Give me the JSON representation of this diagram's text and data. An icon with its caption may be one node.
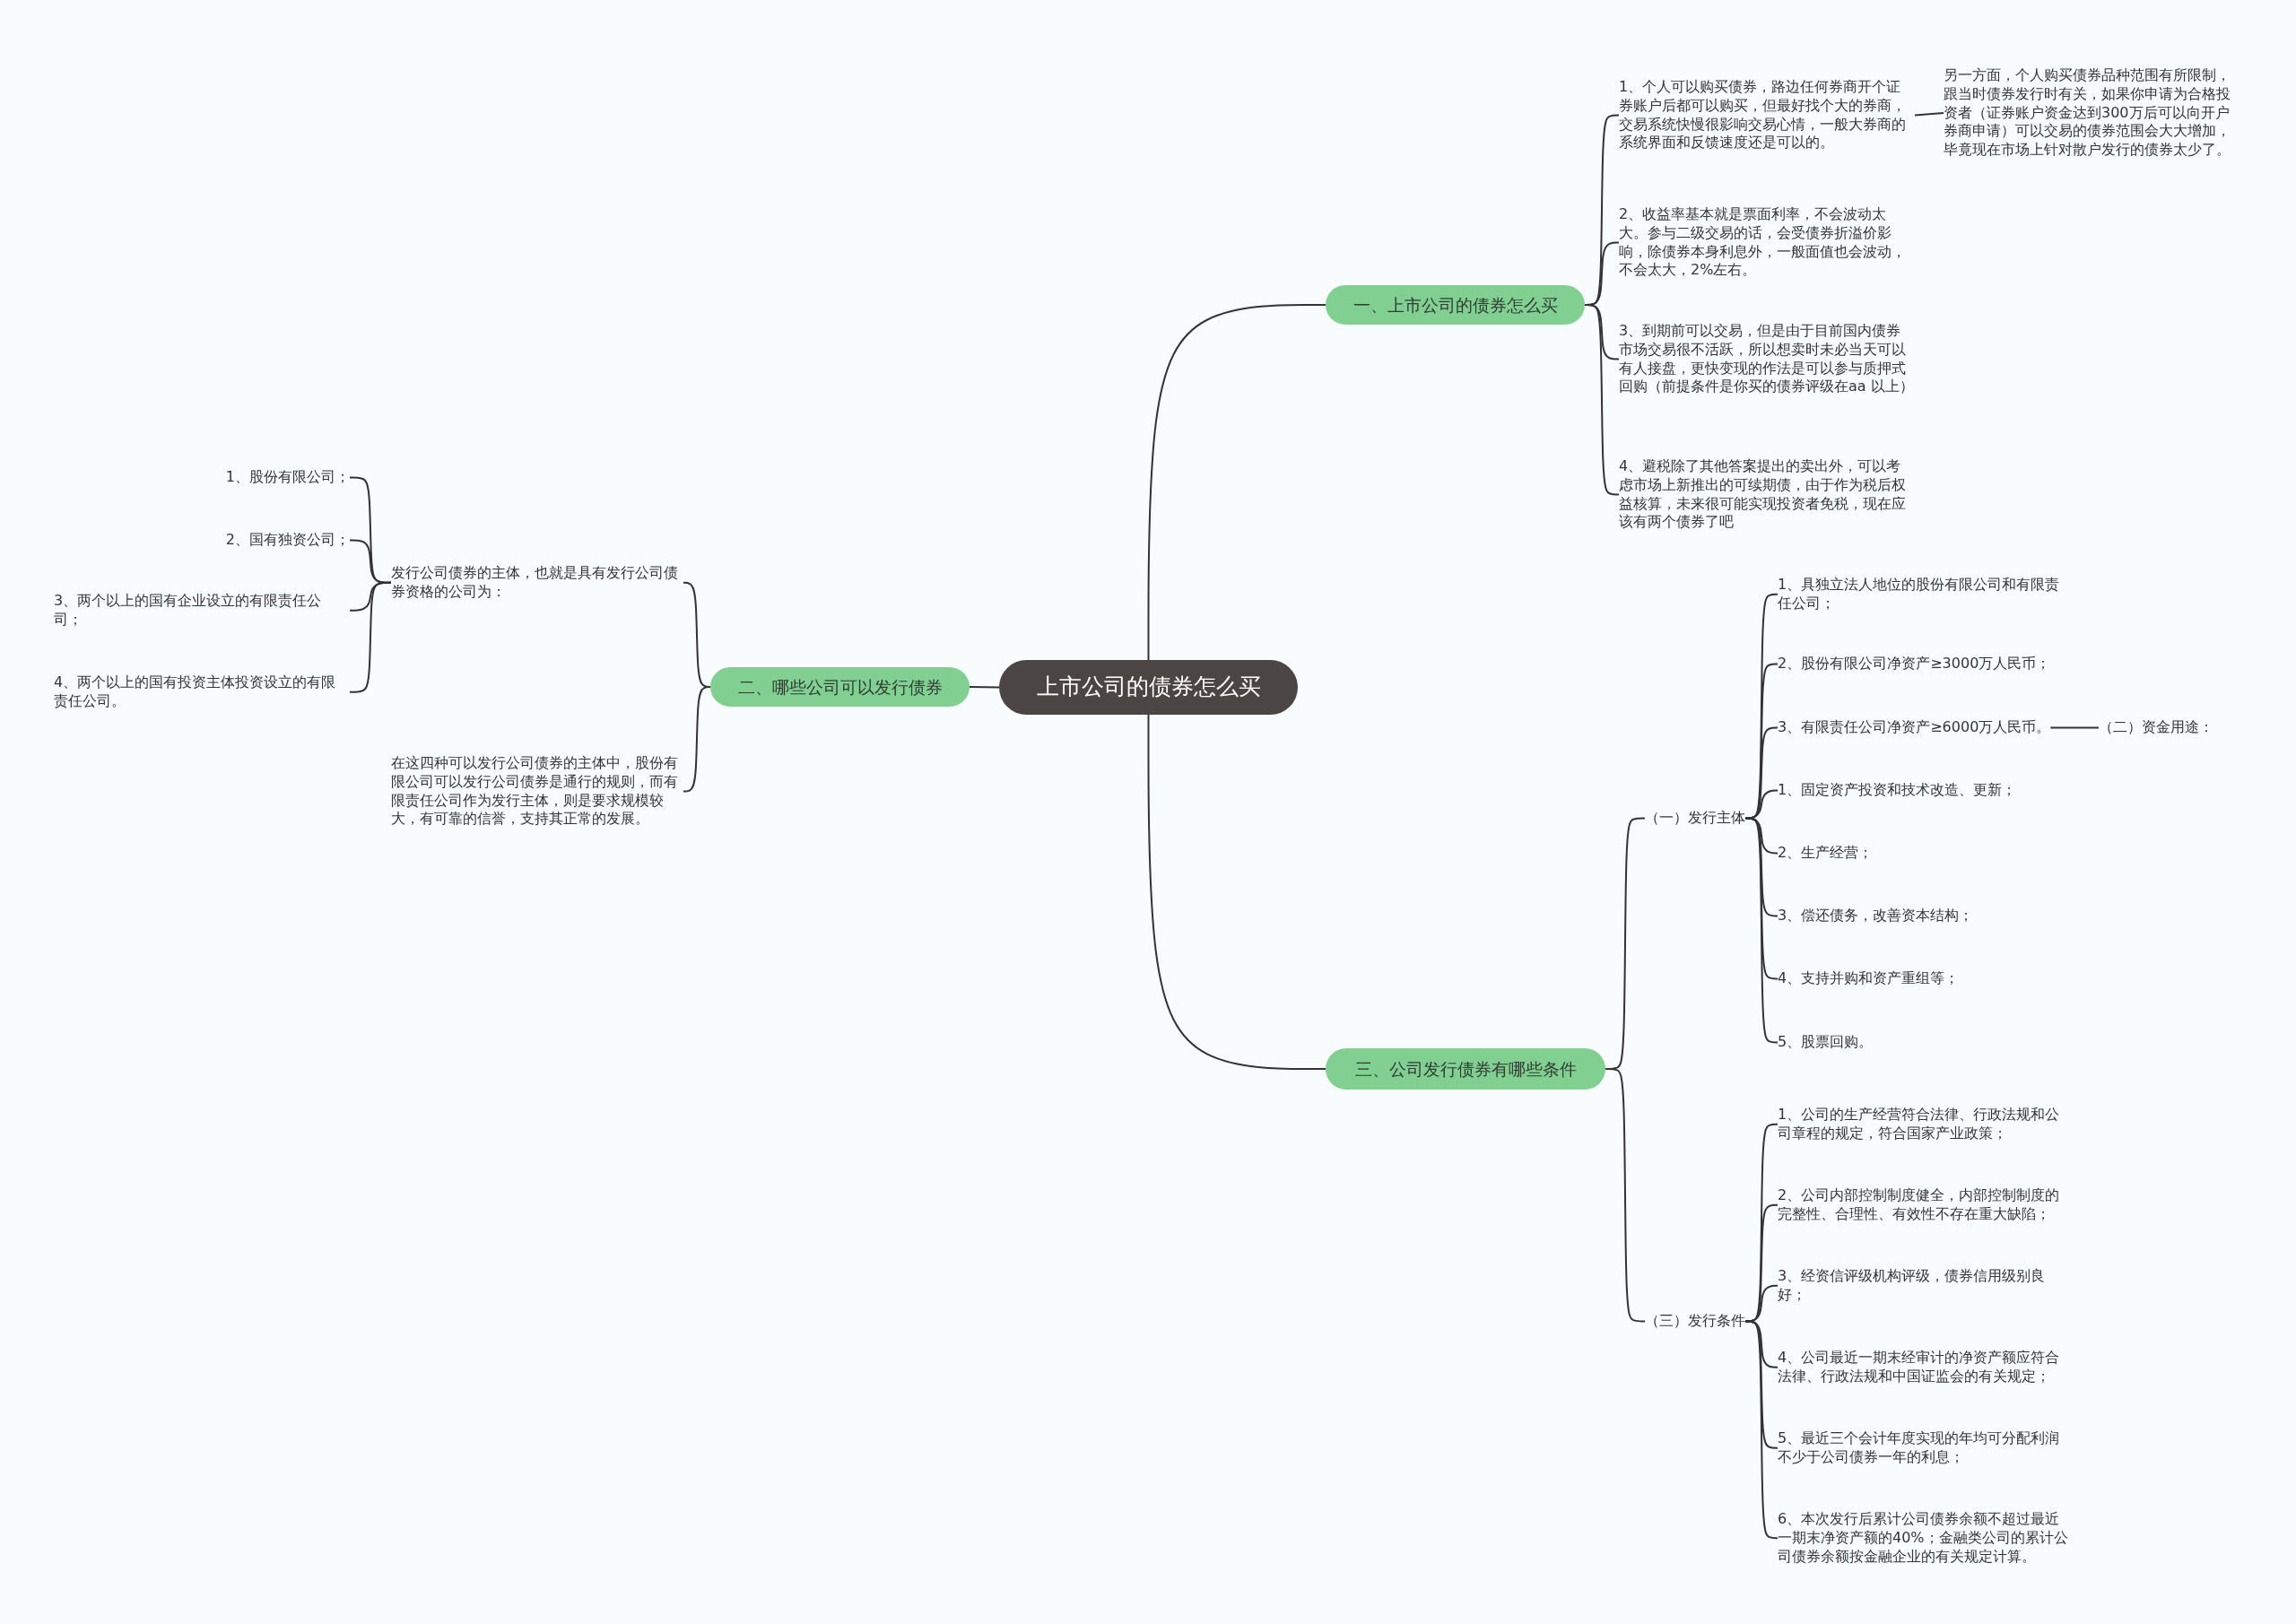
{
  "diagram": {
    "nodes": [
      {
        "text": [
          "上市公司的债券怎么买"
        ]
      },
      {
        "text": [
          "一、上市公司的债券怎么买"
        ]
      },
      {
        "text": [
          "1、个人可以购买债券，路边任何券商开个证券账户后都可以购买，但最好找个大的券商，交易系统快慢很影响交易心情，一般大券商的系统界面和反馈速度还是可以的。"
        ]
      },
      {
        "text": [
          "2、收益率基本就是票面利率，不会波动太大。参与二级交易的话，会受债券折溢价影响，除债券本身利息外，一般面值也会波动，不会太大，2%左右。"
        ]
      },
      {
        "text": [
          "3、到期前可以交易，但是由于目前国内债券市场交易很不活跃，所以想卖时未必当天可以有人接盘，更快变现的作法是可以参与质押式回购（前提条件是你买的债券评级在aa 以上）"
        ]
      },
      {
        "text": [
          "4、避税除了其他答案提出的卖出外，可以考虑市场上新推出的可续期债，由于作为税后权益核算，未来很可能实现投资者免税，现在应该有两个债券了吧"
        ]
      },
      {
        "text": [
          "另一方面，个人购买债券品种范围有所限制，跟当时债券发行时有关，如果你申请为合格投资者（证券账户资金达到300万后可以向开户券商申请）可以交易的债券范围会大大增加，毕竟现在市场上针对散户发行的债券太少了。"
        ]
      },
      {
        "text": [
          "二、哪些公司可以发行债券"
        ]
      },
      {
        "text": [
          "发行公司债券的主体，也就是具有发行公司债券资格的公司为："
        ]
      },
      {
        "text": [
          "在这四种可以发行公司债券的主体中，股份有限公司可以发行公司债券是通行的规则，而有限责任公司作为发行主体，则是要求规模较大，有可靠的信誉，支持其正常的发展。"
        ]
      },
      {
        "text": [
          "1、股份有限公司；"
        ]
      },
      {
        "text": [
          "2、国有独资公司；"
        ]
      },
      {
        "text": [
          "3、两个以上的国有企业设立的有限责任公司；"
        ]
      },
      {
        "text": [
          "4、两个以上的国有投资主体投资设立的有限责任公司。"
        ]
      },
      {
        "text": [
          "三、公司发行债券有哪些条件"
        ]
      },
      {
        "text": [
          "（一）发行主体"
        ]
      },
      {
        "text": [
          "1、具独立法人地位的股份有限公司和有限责任公司；"
        ]
      },
      {
        "text": [
          "2、股份有限公司净资产≥3000万人民币；"
        ]
      },
      {
        "text": [
          "3、有限责任公司净资产≥6000万人民币。"
        ]
      },
      {
        "text": [
          "1、固定资产投资和技术改造、更新；"
        ]
      },
      {
        "text": [
          "2、生产经营；"
        ]
      },
      {
        "text": [
          "3、偿还债务，改善资本结构；"
        ]
      },
      {
        "text": [
          "4、支持并购和资产重组等；"
        ]
      },
      {
        "text": [
          "5、股票回购。"
        ]
      },
      {
        "text": [
          "（二）资金用途："
        ]
      },
      {
        "text": [
          "（三）发行条件"
        ]
      },
      {
        "text": [
          "1、公司的生产经营符合法律、行政法规和公司章程的规定，符合国家产业政策；"
        ]
      },
      {
        "text": [
          "2、公司内部控制制度健全，内部控制制度的完整性、合理性、有效性不存在重大缺陷；"
        ]
      },
      {
        "text": [
          "3、经资信评级机构评级，债券信用级别良好；"
        ]
      },
      {
        "text": [
          "4、公司最近一期末经审计的净资产额应符合法律、行政法规和中国证监会的有关规定；"
        ]
      },
      {
        "text": [
          "5、最近三个会计年度实现的年均可分配利润不少于公司债券一年的利息；"
        ]
      },
      {
        "text": [
          "6、本次发行后累计公司债券余额不超过最近一期末净资产额的40%；金融类公司的累计公司债券余额按金融企业的有关规定计算。"
        ]
      }
    ],
    "edges": [
      {
        "from": 0,
        "to": 1,
        "arrow": "none"
      },
      {
        "from": 0,
        "to": 7,
        "arrow": "none"
      },
      {
        "from": 0,
        "to": 14,
        "arrow": "none"
      },
      {
        "from": 1,
        "to": 2,
        "arrow": "none"
      },
      {
        "from": 1,
        "to": 3,
        "arrow": "none"
      },
      {
        "from": 1,
        "to": 4,
        "arrow": "none"
      },
      {
        "from": 1,
        "to": 5,
        "arrow": "none"
      },
      {
        "from": 2,
        "to": 6,
        "arrow": "none"
      },
      {
        "from": 7,
        "to": 8,
        "arrow": "none"
      },
      {
        "from": 7,
        "to": 9,
        "arrow": "none"
      },
      {
        "from": 8,
        "to": 10,
        "arrow": "none"
      },
      {
        "from": 8,
        "to": 11,
        "arrow": "none"
      },
      {
        "from": 8,
        "to": 12,
        "arrow": "none"
      },
      {
        "from": 8,
        "to": 13,
        "arrow": "none"
      },
      {
        "from": 14,
        "to": 15,
        "arrow": "none"
      },
      {
        "from": 14,
        "to": 25,
        "arrow": "none"
      },
      {
        "from": 15,
        "to": 16,
        "arrow": "none"
      },
      {
        "from": 15,
        "to": 17,
        "arrow": "none"
      },
      {
        "from": 15,
        "to": 18,
        "arrow": "none"
      },
      {
        "from": 15,
        "to": 19,
        "arrow": "none"
      },
      {
        "from": 15,
        "to": 20,
        "arrow": "none"
      },
      {
        "from": 15,
        "to": 21,
        "arrow": "none"
      },
      {
        "from": 15,
        "to": 22,
        "arrow": "none"
      },
      {
        "from": 15,
        "to": 23,
        "arrow": "none"
      },
      {
        "from": 18,
        "to": 24,
        "arrow": "none"
      },
      {
        "from": 25,
        "to": 26,
        "arrow": "none"
      },
      {
        "from": 25,
        "to": 27,
        "arrow": "none"
      },
      {
        "from": 25,
        "to": 28,
        "arrow": "none"
      },
      {
        "from": 25,
        "to": 29,
        "arrow": "none"
      },
      {
        "from": 25,
        "to": 30,
        "arrow": "none"
      },
      {
        "from": 25,
        "to": 31,
        "arrow": "none"
      }
    ]
  }
}
